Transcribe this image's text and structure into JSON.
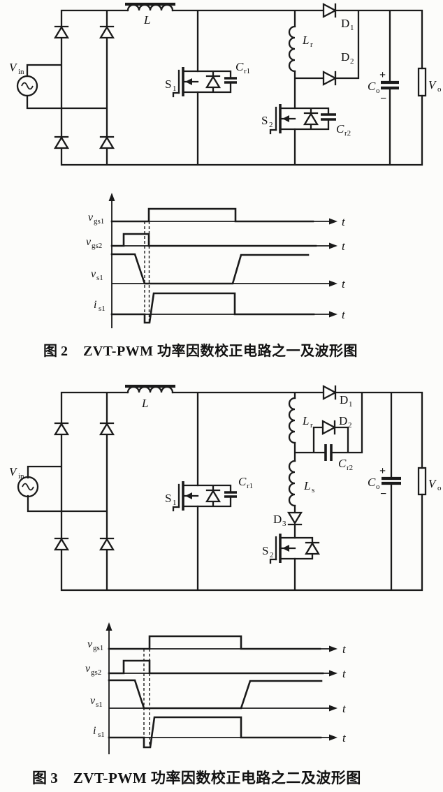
{
  "page": {
    "background": "#fcfcfa",
    "ink": "#1a1a1a"
  },
  "figure2": {
    "circuit": {
      "labels": {
        "vin": {
          "m": "V",
          "s": "in"
        },
        "l": {
          "m": "L",
          "s": ""
        },
        "s1": {
          "m": "S",
          "s": "1"
        },
        "cr1": {
          "m": "C",
          "s": "r1"
        },
        "lr": {
          "m": "L",
          "s": "r"
        },
        "d1": {
          "m": "D",
          "s": "1"
        },
        "d2": {
          "m": "D",
          "s": "2"
        },
        "s2": {
          "m": "S",
          "s": "2"
        },
        "cr2": {
          "m": "C",
          "s": "r2"
        },
        "co": {
          "m": "C",
          "s": "o"
        },
        "vo": {
          "m": "V",
          "s": "o"
        },
        "plus": "+",
        "minus": "−"
      }
    },
    "waveform": {
      "t": "t",
      "traces": {
        "vgs1": {
          "m": "v",
          "s": "gs1"
        },
        "vgs2": {
          "m": "v",
          "s": "gs2"
        },
        "vs1": {
          "m": "v",
          "s": "s1"
        },
        "is1": {
          "m": "i",
          "s": "s1"
        }
      }
    },
    "caption": {
      "tag": "图 2",
      "text": "ZVT-PWM 功率因数校正电路之一及波形图"
    }
  },
  "figure3": {
    "circuit": {
      "labels": {
        "vin": {
          "m": "V",
          "s": "in"
        },
        "l": {
          "m": "L",
          "s": ""
        },
        "s1": {
          "m": "S",
          "s": "1"
        },
        "cr1": {
          "m": "C",
          "s": "r1"
        },
        "lr": {
          "m": "L",
          "s": "r"
        },
        "d1": {
          "m": "D",
          "s": "1"
        },
        "d2": {
          "m": "D",
          "s": "2"
        },
        "cr2": {
          "m": "C",
          "s": "r2"
        },
        "ls": {
          "m": "L",
          "s": "s"
        },
        "d3": {
          "m": "D",
          "s": "3"
        },
        "s2": {
          "m": "S",
          "s": "2"
        },
        "co": {
          "m": "C",
          "s": "o"
        },
        "vo": {
          "m": "V",
          "s": "o"
        },
        "plus": "+",
        "minus": "−"
      }
    },
    "waveform": {
      "t": "t",
      "traces": {
        "vgs1": {
          "m": "v",
          "s": "gs1"
        },
        "vgs2": {
          "m": "v",
          "s": "gs2"
        },
        "vs1": {
          "m": "v",
          "s": "s1"
        },
        "is1": {
          "m": "i",
          "s": "s1"
        }
      }
    },
    "caption": {
      "tag": "图 3",
      "text": "ZVT-PWM 功率因数校正电路之二及波形图"
    }
  }
}
